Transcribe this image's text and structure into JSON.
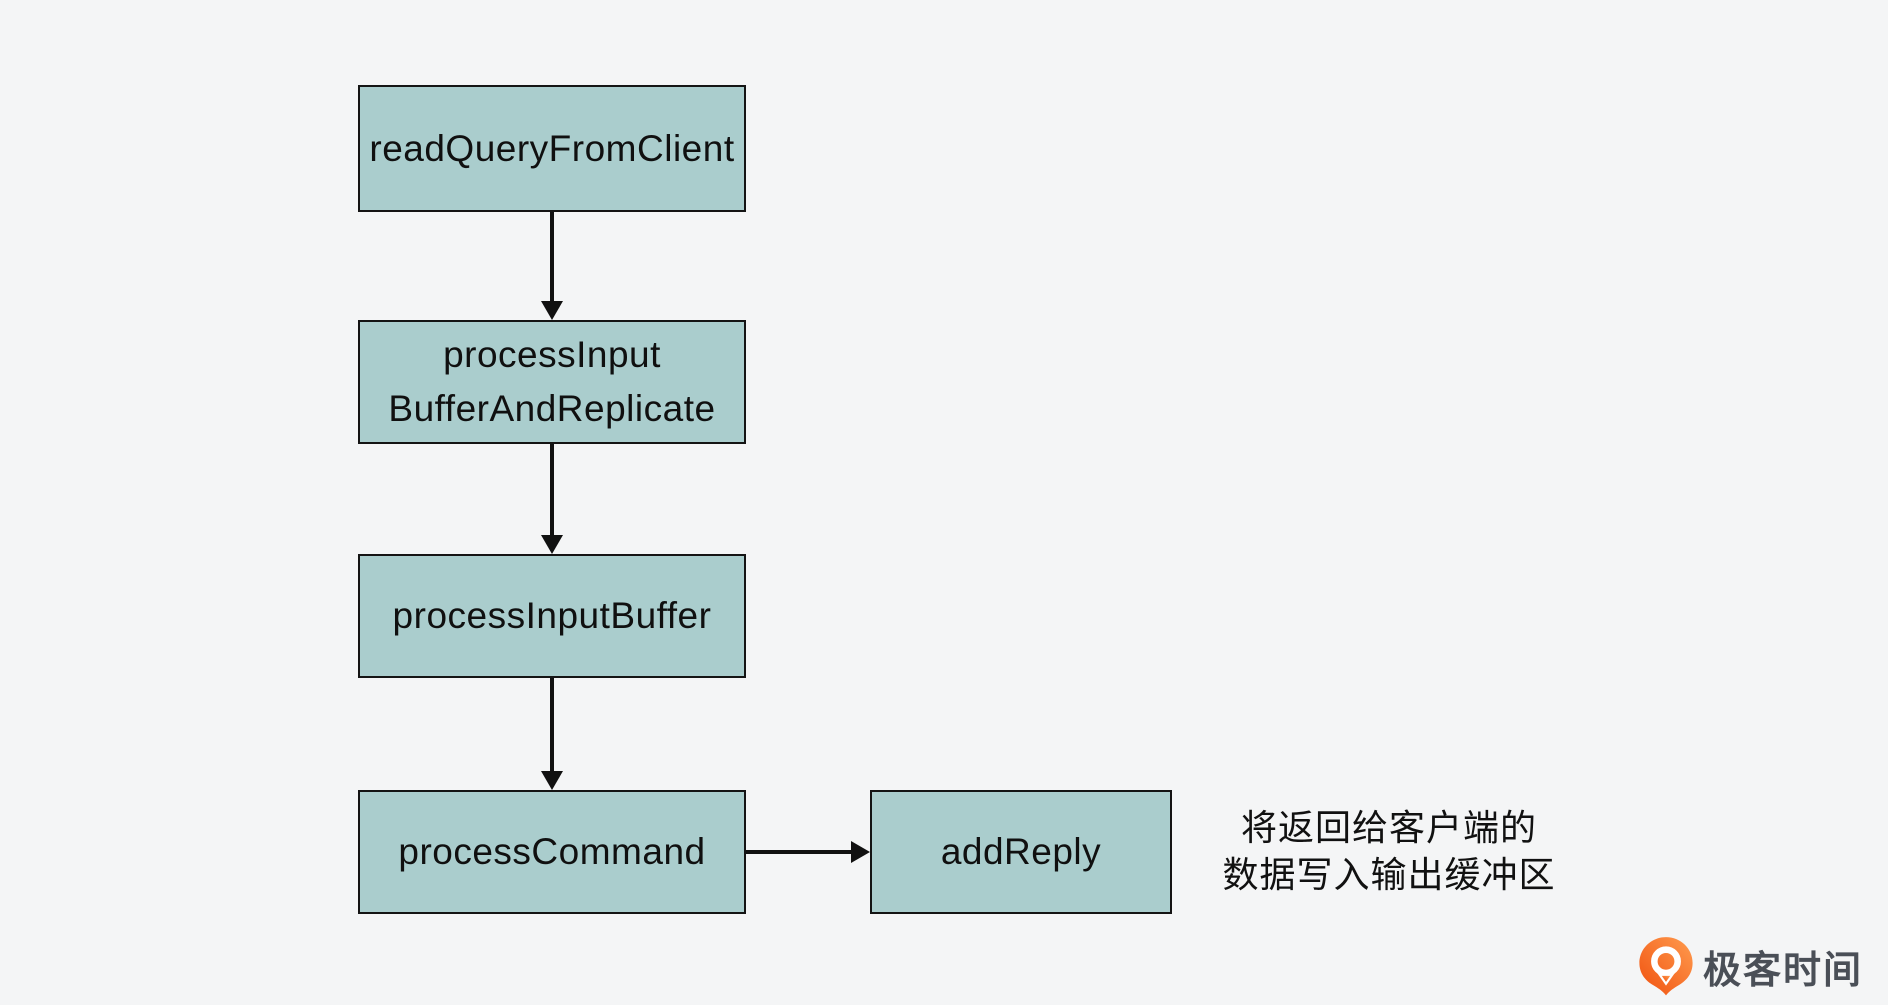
{
  "diagram": {
    "type": "flowchart",
    "background_color": "#f4f5f6",
    "node_fill_color": "#aacdcd",
    "node_border_color": "#141414",
    "arrow_color": "#111111",
    "nodes": [
      {
        "id": "readQueryFromClient",
        "label": "readQueryFromClient"
      },
      {
        "id": "processInputBufferAndReplicate",
        "label": "processInput\nBufferAndReplicate"
      },
      {
        "id": "processInputBuffer",
        "label": "processInputBuffer"
      },
      {
        "id": "processCommand",
        "label": "processCommand"
      },
      {
        "id": "addReply",
        "label": "addReply"
      }
    ],
    "edges": [
      {
        "from": "readQueryFromClient",
        "to": "processInputBufferAndReplicate",
        "direction": "down"
      },
      {
        "from": "processInputBufferAndReplicate",
        "to": "processInputBuffer",
        "direction": "down"
      },
      {
        "from": "processInputBuffer",
        "to": "processCommand",
        "direction": "down"
      },
      {
        "from": "processCommand",
        "to": "addReply",
        "direction": "right"
      }
    ],
    "annotation": {
      "text": "将返回给客户端的\n数据写入输出缓冲区",
      "color": "#111111"
    }
  },
  "branding": {
    "logo_text": "极客时间",
    "logo_text_color": "#4a4f57",
    "logo_icon": "geektime-pin-icon",
    "logo_orange_dark": "#f0500e",
    "logo_orange_light": "#ff9c4f"
  }
}
